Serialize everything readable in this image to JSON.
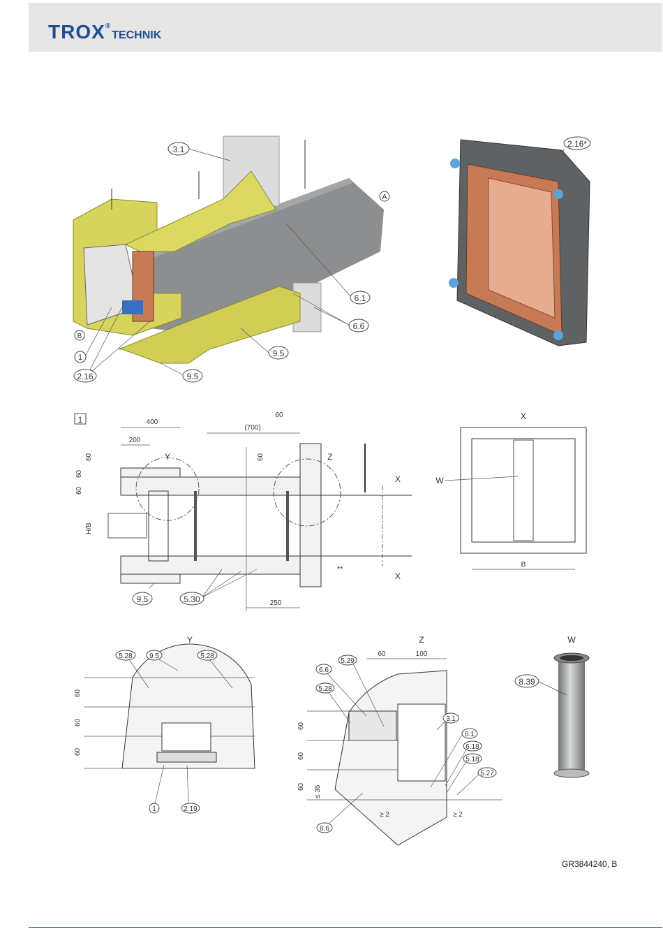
{
  "header": {
    "logo_main": "TROX",
    "logo_reg": "®",
    "logo_sub": "TECHNIK"
  },
  "figure_3d": {
    "callouts": [
      "3.1",
      "A",
      "6.1",
      "6.6",
      "9.5",
      "9.5",
      "2.16",
      "1",
      "B"
    ]
  },
  "figure_frame": {
    "callout": "2.16*"
  },
  "section": {
    "label": "1",
    "dims": {
      "d400": "400",
      "d200": "200",
      "d700": "(700)",
      "d60_top": "60",
      "d60_a": "60",
      "d60_b": "60",
      "d60_c": "60",
      "d60_mid": "60",
      "d250": "250",
      "hb": "H/B"
    },
    "views": {
      "y": "Y",
      "z": "Z",
      "x1": "X",
      "x2": "X",
      "stars": "**"
    },
    "callouts": {
      "c95": "9.5",
      "c530": "5.30"
    }
  },
  "view_x": {
    "title": "X",
    "w": "W",
    "b": "B"
  },
  "detail_y": {
    "title": "Y",
    "callouts": [
      "5.28",
      "9.5",
      "5.28",
      "1",
      "2.19"
    ],
    "dims": [
      "60",
      "60",
      "60"
    ]
  },
  "detail_z": {
    "title": "Z",
    "callouts": [
      "5.29",
      "6.6",
      "5.28",
      "3.1",
      "6.1",
      "6.18",
      "5.18",
      "5.27",
      "6.6"
    ],
    "dims": {
      "d60": "60",
      "d100": "100",
      "v1": "60",
      "v2": "60",
      "v3": "60",
      "le35": "≤ 35",
      "ge2a": "≥ 2",
      "ge2b": "≥ 2"
    }
  },
  "detail_w": {
    "title": "W",
    "callout": "8.39"
  },
  "footer": {
    "drawing_code": "GR3844240, B"
  },
  "colors": {
    "brand": "#1d4f91",
    "insulation": "#d6d45c",
    "duct": "#8c8e90",
    "frame": "#c67a55"
  }
}
